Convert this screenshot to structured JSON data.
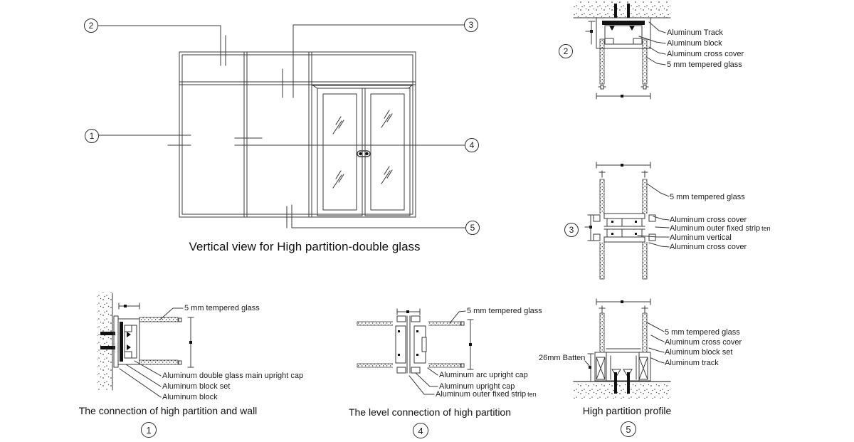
{
  "title": "Vertical view for High partition-double glass",
  "d1": {
    "num": "1",
    "caption": "The connection of high partition and wall",
    "labels": [
      "5 mm tempered glass",
      "Aluminum double glass main upright cap",
      "Aluminum block set",
      "Aluminum block"
    ]
  },
  "d2": {
    "num": "2",
    "labels": [
      "Aluminum Track",
      "Aluminum block",
      "Aluminum cross cover",
      "5 mm tempered glass"
    ]
  },
  "d3": {
    "num": "3",
    "labels": [
      "5 mm tempered glass",
      "Aluminum cross cover",
      "Aluminum outer fixed strip",
      "Aluminum vertical",
      "Aluminum cross cover"
    ],
    "suffix": "ten"
  },
  "d4": {
    "num": "4",
    "caption": "The level connection of high partition",
    "labels": [
      "5 mm tempered glass",
      "Aluminum arc upright cap",
      "Aluminum upright cap",
      "Aluminum outer fixed strip"
    ],
    "suffix": "ten"
  },
  "d5": {
    "num": "5",
    "caption": "High partition profile",
    "labels": [
      "26mm Batten",
      "5 mm tempered glass",
      "Aluminum cross cover",
      "Aluminum block set",
      "Aluminum track"
    ]
  }
}
